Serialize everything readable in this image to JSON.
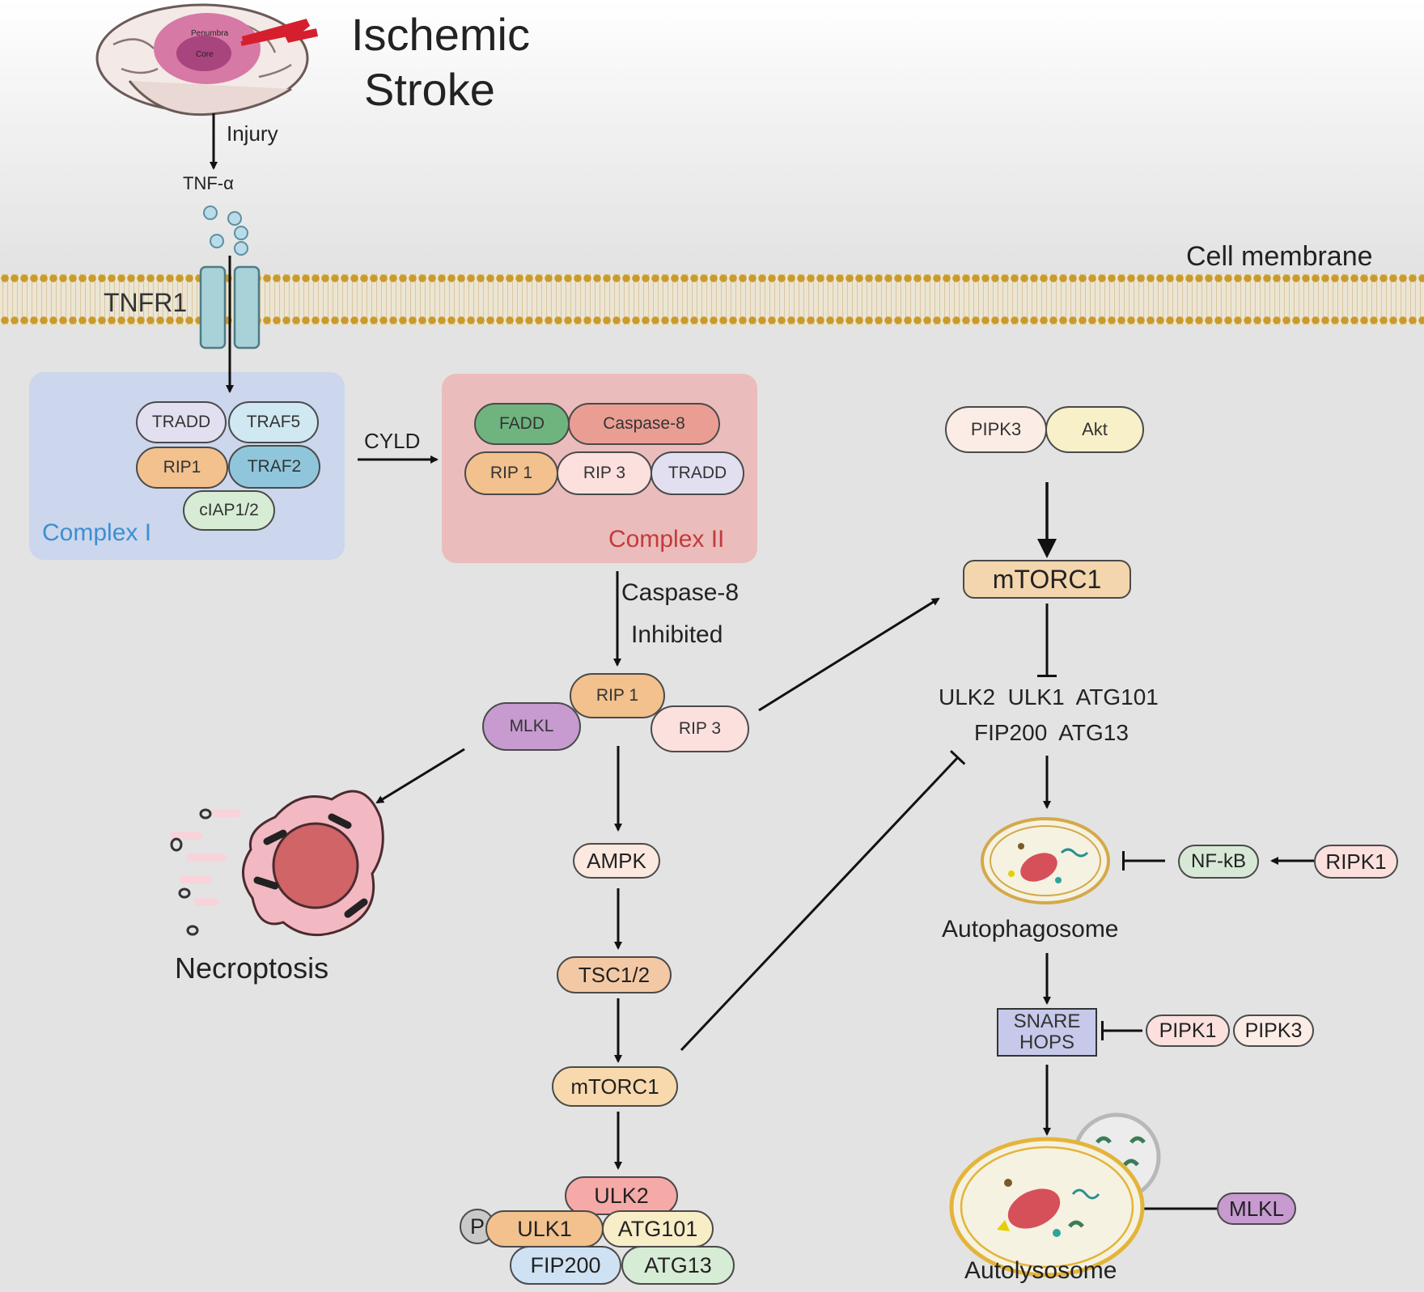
{
  "title": [
    "Ischemic",
    "Stroke"
  ],
  "brain": {
    "penumbra": "Penumbra",
    "core": "Core"
  },
  "injury": "Injury",
  "tnf": "TNF-α",
  "tnfr1": "TNFR1",
  "cell_membrane": "Cell membrane",
  "complex1": {
    "label": "Complex I",
    "proteins": [
      "TRADD",
      "TRAF5",
      "RIP1",
      "TRAF2",
      "cIAP1/2"
    ]
  },
  "cyld": "CYLD",
  "complex2": {
    "label": "Complex II",
    "proteins": [
      "FADD",
      "Caspase-8",
      "RIP 1",
      "RIP 3",
      "TRADD"
    ]
  },
  "casp_inhibited": [
    "Caspase-8",
    "Inhibited"
  ],
  "necrosome": [
    "RIP 1",
    "MLKL",
    "RIP 3"
  ],
  "necroptosis": "Necroptosis",
  "pathway_mid": [
    "AMPK",
    "TSC1/2",
    "mTORC1"
  ],
  "ulk_complex": {
    "p": "P",
    "proteins": [
      "ULK2",
      "ULK1",
      "ATG101",
      "FIP200",
      "ATG13"
    ]
  },
  "upstream": [
    "PIPK3",
    "Akt"
  ],
  "mtorc1_top": "mTORC1",
  "ulk_text": [
    "ULK2  ULK1  ATG101",
    "FIP200  ATG13"
  ],
  "autophagosome": "Autophagosome",
  "nfkb": "NF-kB",
  "ripk1": "RIPK1",
  "snare": [
    "SNARE",
    "HOPS"
  ],
  "pipk": [
    "PIPK1",
    "PIPK3"
  ],
  "mlkl_right": "MLKL",
  "autolysosome": "Autolysosome",
  "colors": {
    "complex1_bg": "#ccd6ec",
    "complex2_bg": "#ebbcbc",
    "orange": "#f2c18d",
    "blue": "#8fc6dc",
    "lavender": "#e2e0f0",
    "green": "#6fb47e",
    "salmon": "#ea9e93",
    "pink": "#fbe0de",
    "purple": "#c79ad0",
    "peach": "#f8dcc3",
    "cream": "#f7edc7",
    "mint": "#d7ecd5",
    "lightblue": "#cfe2f3",
    "title_blue": "#3d8fd1",
    "title_red": "#c33b3b"
  }
}
